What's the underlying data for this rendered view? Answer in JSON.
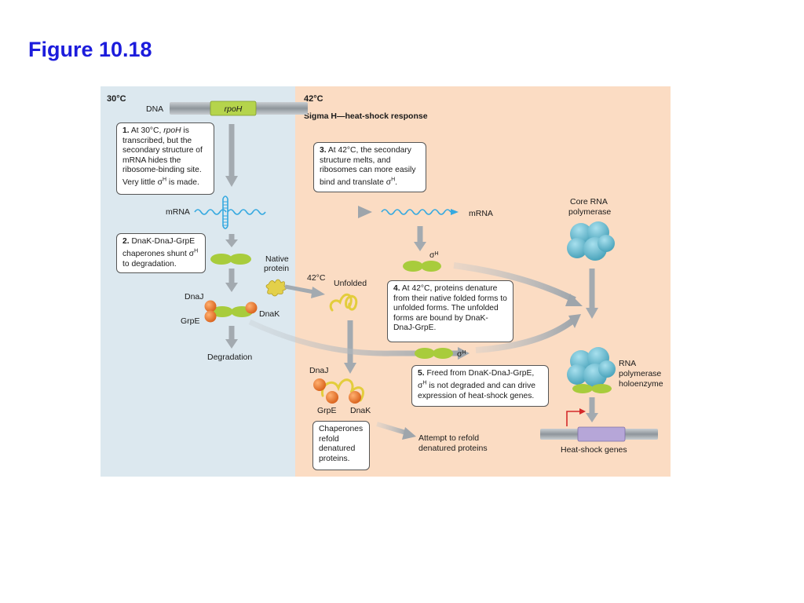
{
  "title": "Figure 10.18",
  "left_panel": {
    "temp": "30°C",
    "dna_label": "DNA",
    "gene": "rpoH",
    "mrna": "mRNA",
    "step1": {
      "num": "1.",
      "text": "At 30°C, rpoH is transcribed, but the secondary structure of mRNA hides the ribosome-binding site. Very little σH is made."
    },
    "step2": {
      "num": "2.",
      "text": "DnaK-DnaJ-GrpE chaperones shunt σH to degradation."
    },
    "dnaj": "DnaJ",
    "grpe": "GrpE",
    "dnak": "DnaK",
    "degradation": "Degradation",
    "native_protein": "Native protein"
  },
  "right_panel": {
    "temp": "42°C",
    "heading": "Sigma H—heat-shock response",
    "step3": {
      "num": "3.",
      "text": "At 42°C, the secondary structure melts, and ribosomes can more easily bind and translate σH."
    },
    "mrna": "mRNA",
    "sigma": "σH",
    "core_rna": "Core RNA polymerase",
    "temp2": "42°C",
    "unfolded": "Unfolded",
    "step4": {
      "num": "4.",
      "text": "At 42°C, proteins denature from their native folded forms to unfolded forms. The unfolded forms are bound by DnaK-DnaJ-GrpE."
    },
    "step5": {
      "num": "5.",
      "text": "Freed from DnaK-DnaJ-GrpE, σH is not degraded and can drive expression of heat-shock genes."
    },
    "holoenzyme": "RNA polymerase holoenzyme",
    "dnaj": "DnaJ",
    "grpe": "GrpE",
    "dnak": "DnaK",
    "chaperones": "Chaperones refold denatured proteins.",
    "refold": "Attempt to refold denatured proteins",
    "heat_shock_genes": "Heat-shock genes"
  },
  "colors": {
    "title": "#1c1cdc",
    "left_bg": "#dce8ef",
    "right_bg": "#fbdcc3",
    "green": "#a8cc3c",
    "orange": "#e8772a",
    "blue_mrna": "#35a9e0",
    "polymerase": "#5fb8cf",
    "arrow": "#a3aab0"
  }
}
